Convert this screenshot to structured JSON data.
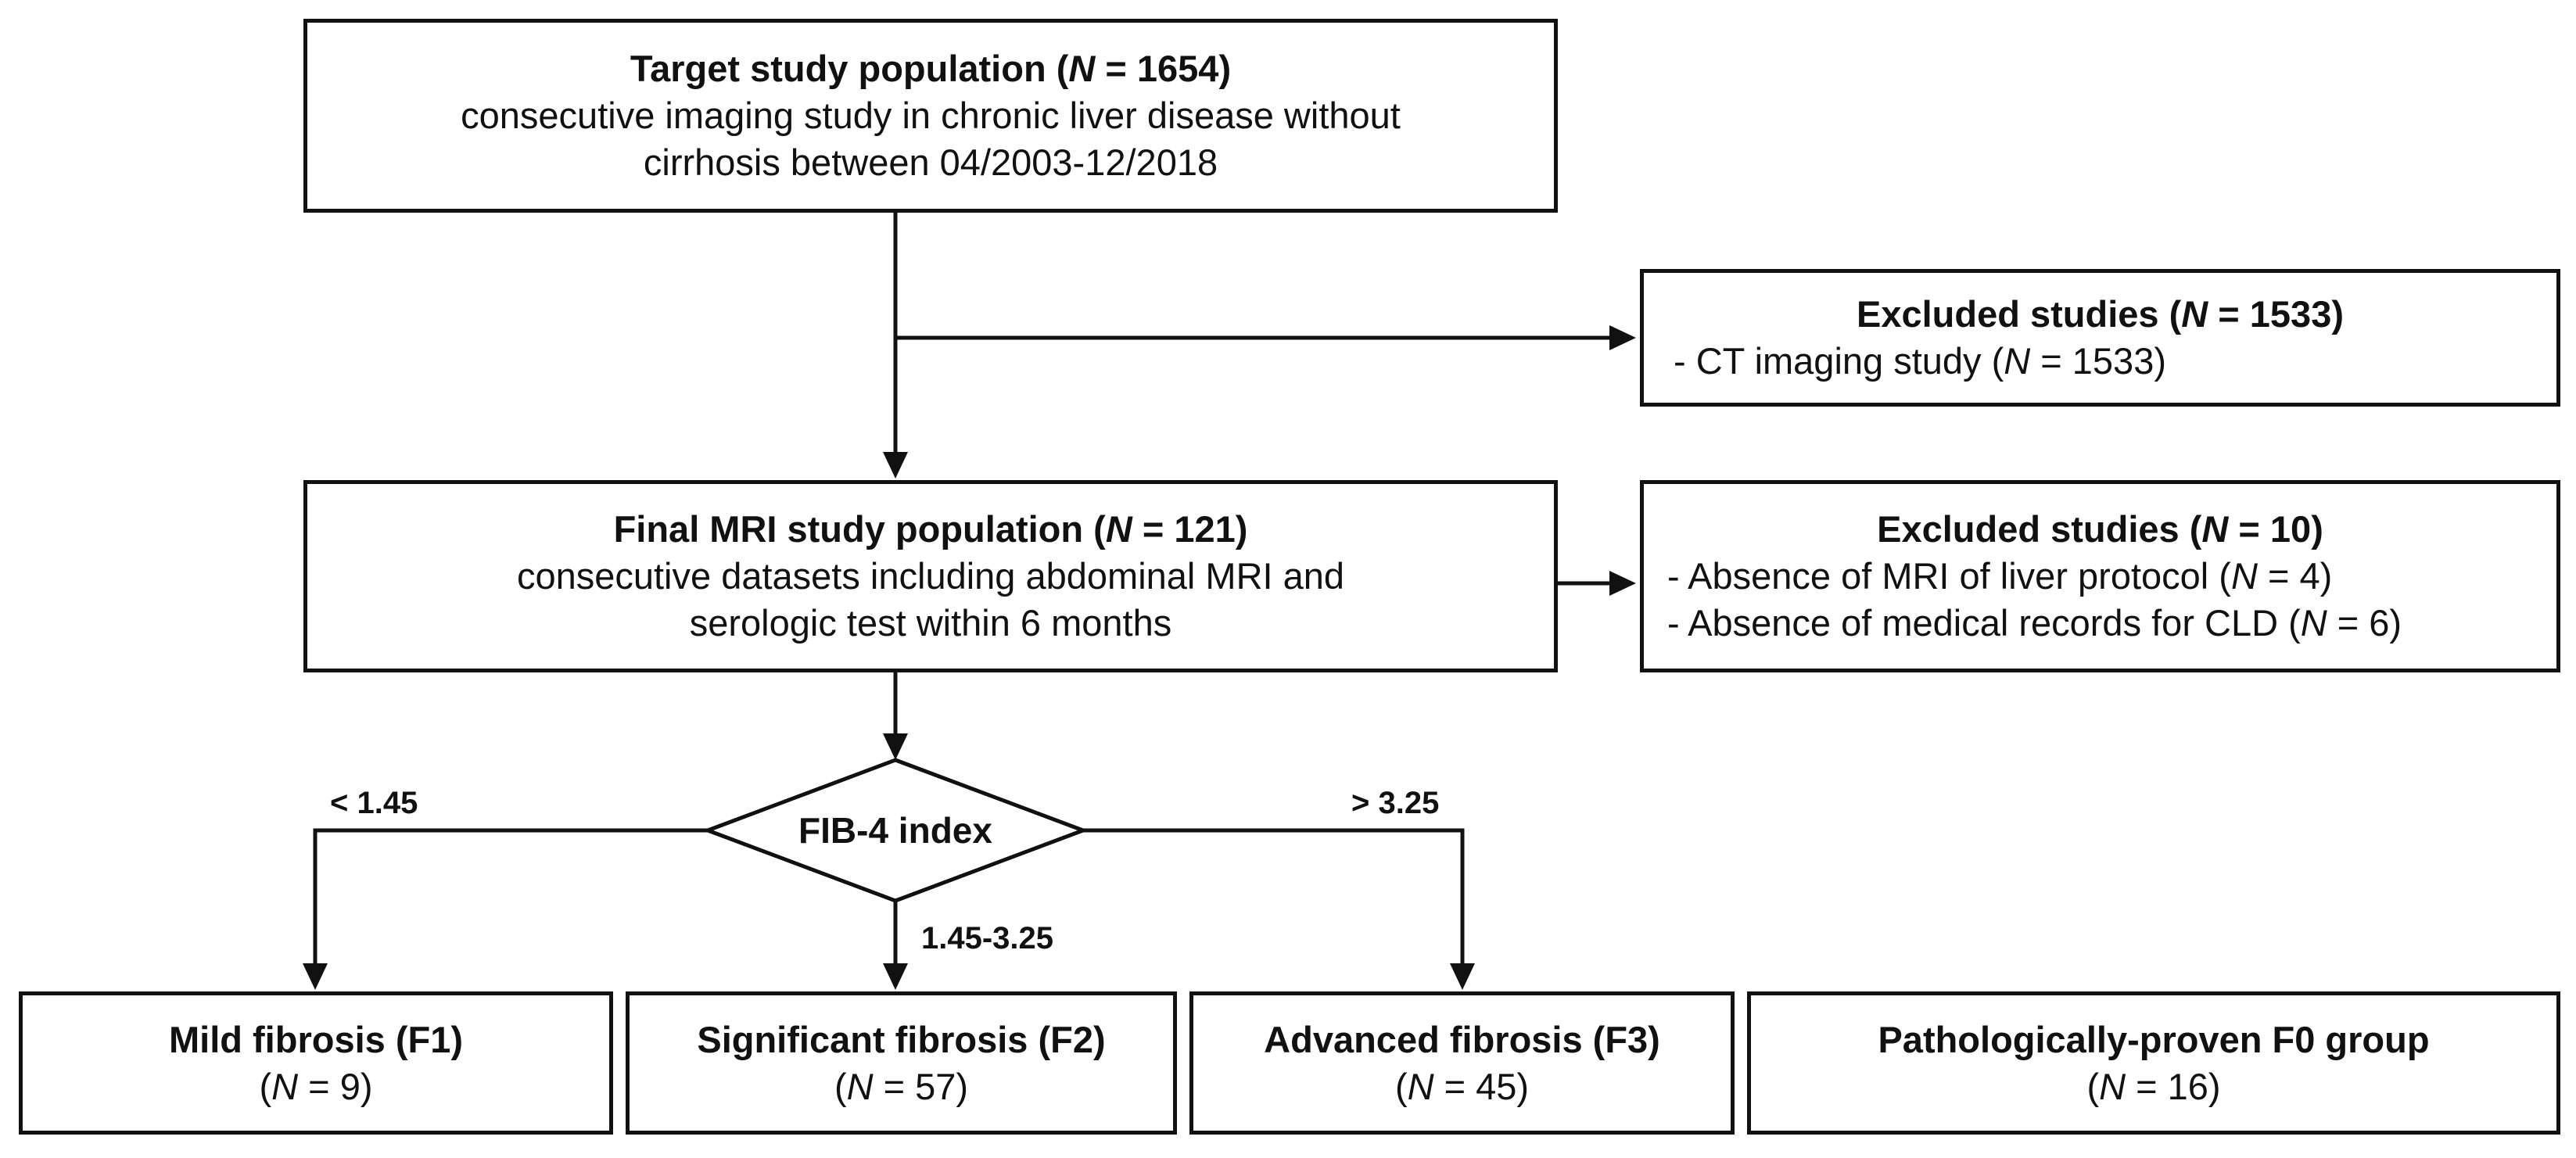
{
  "target": {
    "title_pre": "Target study population (",
    "title_n": "N",
    "title_post": " = 1654)",
    "line1": "consecutive imaging study in chronic liver disease without",
    "line2": "cirrhosis between 04/2003-12/2018"
  },
  "excluded1": {
    "title_pre": "Excluded studies (",
    "title_n": "N",
    "title_post": " = 1533)",
    "item1_pre": "- CT imaging study (",
    "item1_n": "N",
    "item1_post": " = 1533)"
  },
  "final": {
    "title_pre": "Final MRI study population (",
    "title_n": "N",
    "title_post": " = 121)",
    "line1": "consecutive datasets including abdominal MRI and",
    "line2": "serologic test within 6 months"
  },
  "excluded2": {
    "title_pre": "Excluded studies (",
    "title_n": "N",
    "title_post": " = 10)",
    "item1_pre": "- Absence of MRI of liver protocol (",
    "item1_n": "N",
    "item1_post": " = 4)",
    "item2_pre": "- Absence of medical records for CLD (",
    "item2_n": "N",
    "item2_post": " = 6)"
  },
  "decision": {
    "label": "FIB-4 index",
    "low": "< 1.45",
    "mid": "1.45-3.25",
    "high": "> 3.25"
  },
  "groups": [
    {
      "title": "Mild fibrosis (F1)",
      "n_label": "N",
      "n_value": " = 9"
    },
    {
      "title": "Significant fibrosis (F2)",
      "n_label": "N",
      "n_value": " = 57"
    },
    {
      "title": "Advanced fibrosis (F3)",
      "n_label": "N",
      "n_value": " = 45"
    },
    {
      "title": "Pathologically-proven F0 group",
      "n_label": "N",
      "n_value": " = 16"
    }
  ]
}
